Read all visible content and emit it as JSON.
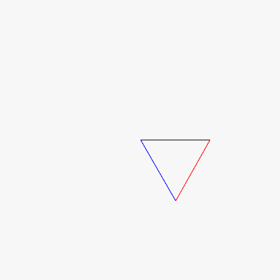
{
  "background": "#f7f7f7",
  "triangle": {
    "edges": [
      {
        "name": "top-edge",
        "color": "#000000"
      },
      {
        "name": "right-edge",
        "color": "#ff0000"
      },
      {
        "name": "left-edge",
        "color": "#0000ff"
      }
    ]
  }
}
